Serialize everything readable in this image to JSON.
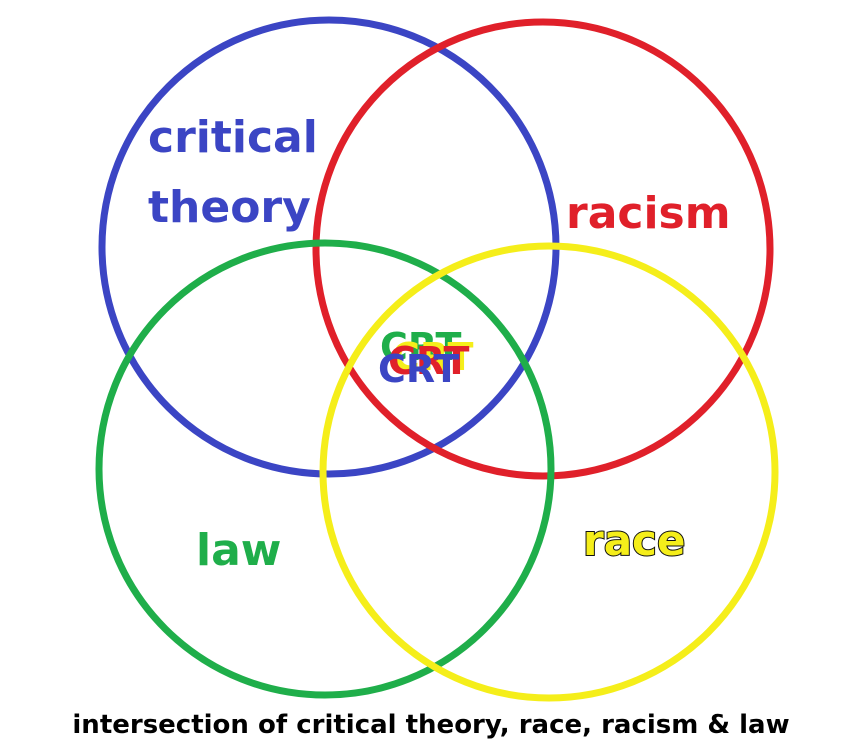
{
  "diagram": {
    "circles": [
      {
        "id": "critical-theory",
        "label_lines": [
          "critical",
          "theory"
        ],
        "color": "#3b45c4"
      },
      {
        "id": "racism",
        "label_lines": [
          "racism"
        ],
        "color": "#e0202a"
      },
      {
        "id": "law",
        "label_lines": [
          "law"
        ],
        "color": "#1fae4a"
      },
      {
        "id": "race",
        "label_lines": [
          "race"
        ],
        "color": "#f5ee1a",
        "outline": "#111111"
      }
    ],
    "center_label": "CRT",
    "caption": "intersection of critical theory, race, racism & law"
  }
}
